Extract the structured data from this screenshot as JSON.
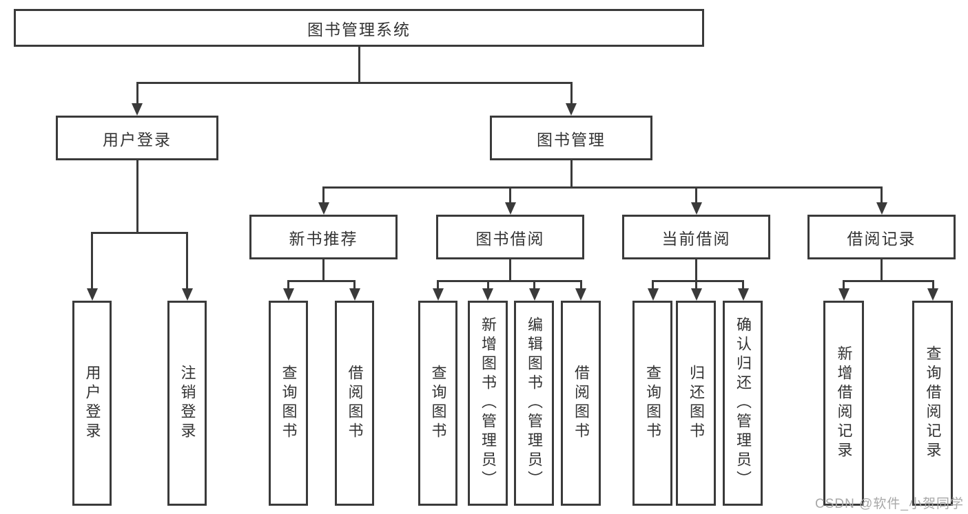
{
  "diagram": {
    "title": "图书管理系统",
    "level2": [
      {
        "label": "用户登录",
        "children": [
          {
            "label": "用户登录"
          },
          {
            "label": "注销登录"
          }
        ]
      },
      {
        "label": "图书管理",
        "children": [
          {
            "label": "新书推荐",
            "children": [
              {
                "label": "查询图书"
              },
              {
                "label": "借阅图书"
              }
            ]
          },
          {
            "label": "图书借阅",
            "children": [
              {
                "label": "查询图书"
              },
              {
                "label": "新增图书（管理员）"
              },
              {
                "label": "编辑图书（管理员）"
              },
              {
                "label": "借阅图书"
              }
            ]
          },
          {
            "label": "当前借阅",
            "children": [
              {
                "label": "查询图书"
              },
              {
                "label": "归还图书"
              },
              {
                "label": "确认归还（管理员）"
              }
            ]
          },
          {
            "label": "借阅记录",
            "children": [
              {
                "label": "新增借阅记录"
              },
              {
                "label": "查询借阅记录"
              }
            ]
          }
        ]
      }
    ],
    "watermark": "CSDN @软件_小贺同学",
    "colors": {
      "line": "#3a3a3a",
      "text": "#333333",
      "box_background": "#ffffff",
      "background": "#ffffff",
      "watermark": "#a8a8a8"
    }
  }
}
